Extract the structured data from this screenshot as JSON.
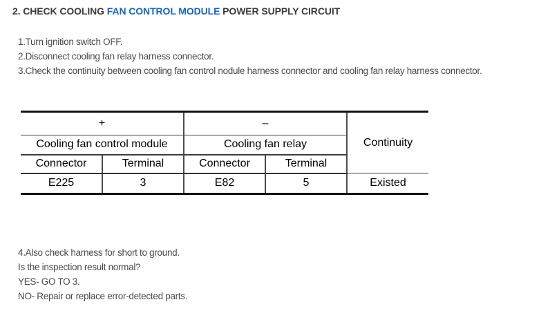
{
  "title": {
    "prefix": "2. CHECK COOLING ",
    "highlight": "FAN CONTROL MODULE",
    "suffix": " POWER SUPPLY CIRCUIT"
  },
  "steps": [
    "1.Turn ignition switch OFF.",
    "2.Disconnect cooling fan relay harness connector.",
    "3.Check the continuity between cooling fan control nodule harness connector and cooling fan relay harness connector."
  ],
  "table": {
    "polarity_positive": "+",
    "polarity_negative": "–",
    "continuity_header": "Continuity",
    "group1_header": "Cooling fan control module",
    "group2_header": "Cooling fan relay",
    "col_headers": [
      "Connector",
      "Terminal",
      "Connector",
      "Terminal"
    ],
    "data_row": {
      "g1_connector": "E225",
      "g1_terminal": "3",
      "g2_connector": "E82",
      "g2_terminal": "5",
      "continuity": "Existed"
    }
  },
  "footer": [
    "4.Also check harness for short to ground.",
    "Is the inspection result normal?",
    "YES- GO TO 3.",
    "NO- Repair or replace error-detected parts."
  ],
  "colors": {
    "accent_blue": "#1565c0",
    "body_text": "#4a4a4a",
    "title_text": "#3b3b3b",
    "table_text": "#000000"
  }
}
